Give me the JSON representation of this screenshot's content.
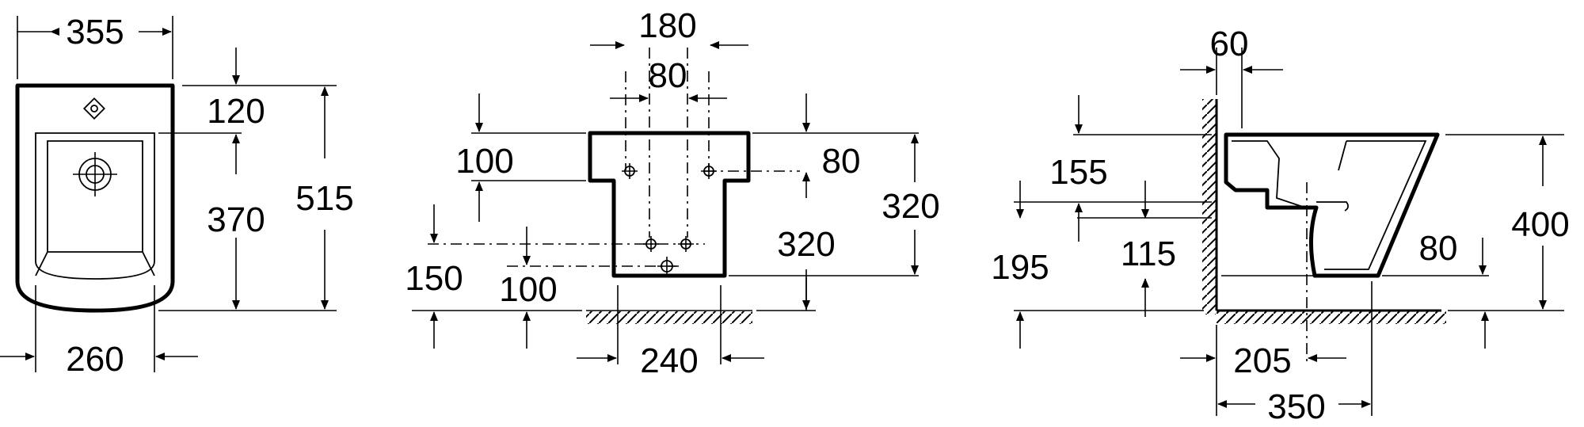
{
  "views": {
    "top": {
      "width_overall": "355",
      "rear_offset": "120",
      "bowl_length": "370",
      "depth_overall": "515",
      "base_width": "260"
    },
    "front": {
      "holes_outer": "180",
      "holes_inner": "80",
      "top_band": "100",
      "right_top": "80",
      "height_right": "320",
      "inner_height": "320",
      "low_hole_height": "150",
      "mid_hole_height": "100",
      "base_width": "240"
    },
    "side": {
      "wall_gap": "60",
      "upper_drop": "155",
      "lower_height": "195",
      "outlet_height": "115",
      "rim_height": "80",
      "height_overall": "400",
      "outlet_distance": "205",
      "projection": "350"
    }
  }
}
